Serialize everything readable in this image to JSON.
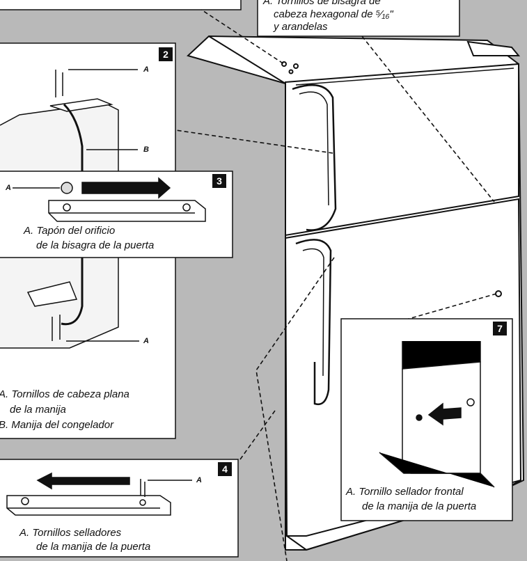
{
  "colors": {
    "background": "#b9b9b9",
    "panel": "#ffffff",
    "line": "#111111"
  },
  "top_callout": {
    "lines": [
      "A. Tornillos de bisagra de",
      "cabeza hexagonal de ⁵⁄₁₆\"",
      "y arandelas"
    ]
  },
  "panels": {
    "p2": {
      "number": "2",
      "label_a_top": "A",
      "label_b": "B",
      "label_a_bottom": "A",
      "caption_lines": [
        "A. Tornillos de cabeza plana",
        "de la manija",
        "B. Manija del congelador"
      ]
    },
    "p3": {
      "number": "3",
      "label_a": "A",
      "caption_lines": [
        "A. Tapón del orificio",
        "de la bisagra de la puerta"
      ]
    },
    "p4": {
      "number": "4",
      "label_a": "A",
      "caption_lines": [
        "A. Tornillos selladores",
        "de la manija de la puerta"
      ]
    },
    "p7": {
      "number": "7",
      "caption_lines": [
        "A. Tornillo sellador frontal",
        "de la manija de la puerta"
      ]
    }
  }
}
